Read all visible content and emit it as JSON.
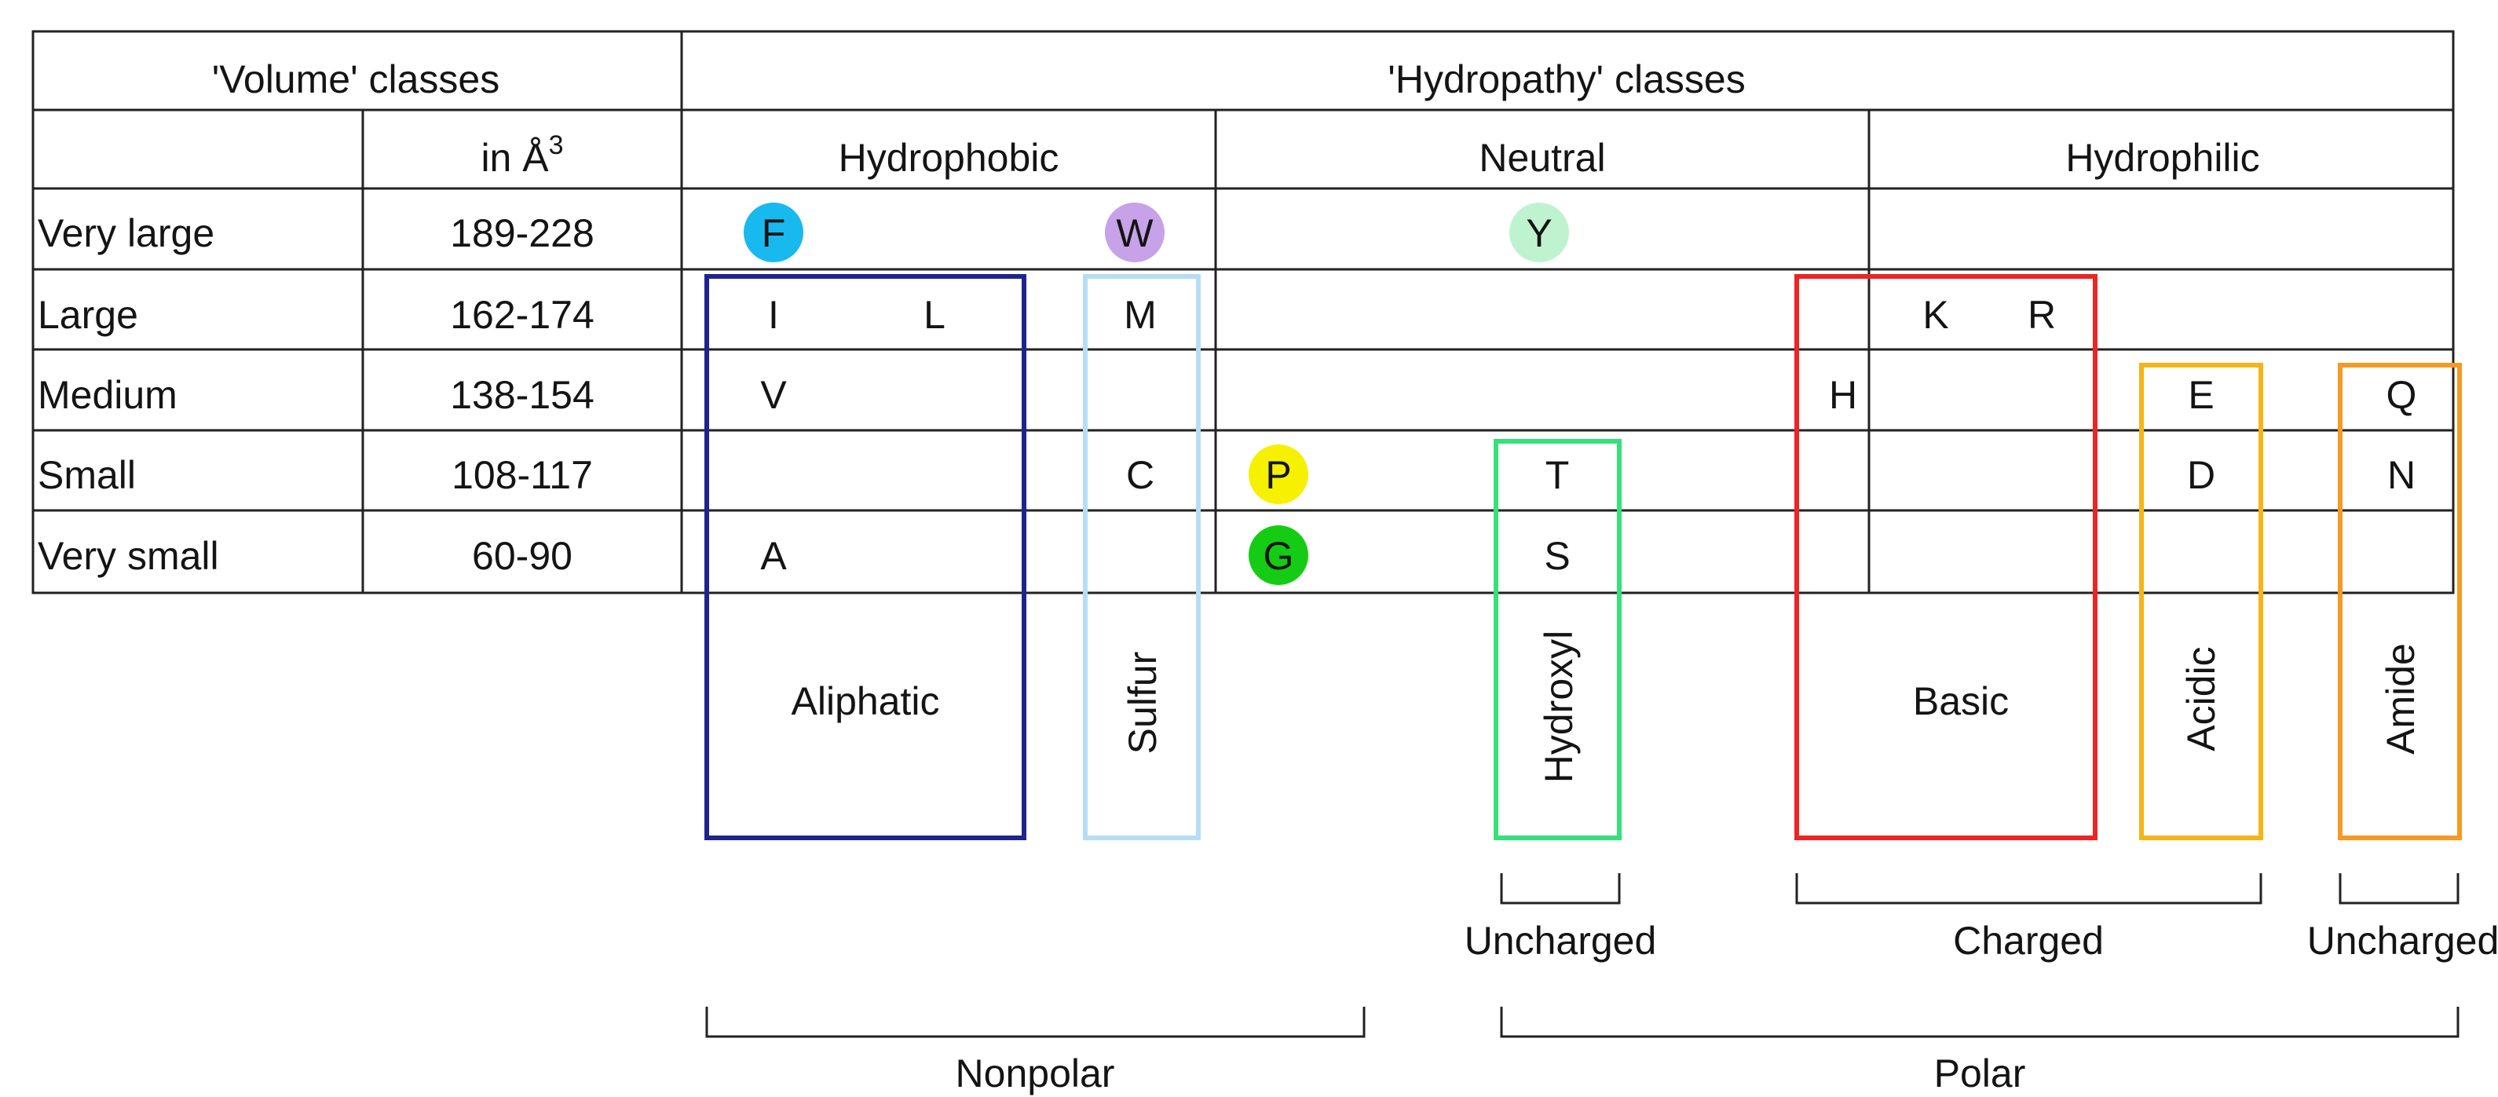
{
  "header": {
    "volume_classes": "'Volume' classes",
    "hydropathy_classes": "'Hydropathy' classes",
    "units_prefix": "in Å",
    "units_exp": "3"
  },
  "hydropathy": {
    "hydrophobic": "Hydrophobic",
    "neutral": "Neutral",
    "hydrophilic": "Hydrophilic"
  },
  "rows": [
    {
      "label": "Very large",
      "range": "189-228"
    },
    {
      "label": "Large",
      "range": "162-174"
    },
    {
      "label": "Medium",
      "range": "138-154"
    },
    {
      "label": "Small",
      "range": "108-117"
    },
    {
      "label": "Very small",
      "range": "60-90"
    }
  ],
  "residues": {
    "F": "F",
    "W": "W",
    "Y": "Y",
    "I": "I",
    "L": "L",
    "M": "M",
    "K": "K",
    "R": "R",
    "V": "V",
    "H": "H",
    "E": "E",
    "Q": "Q",
    "C": "C",
    "P": "P",
    "T": "T",
    "D": "D",
    "N": "N",
    "A": "A",
    "G": "G",
    "S": "S"
  },
  "groups": {
    "aliphatic": "Aliphatic",
    "sulfur": "Sulfur",
    "hydroxyl": "Hydroxyl",
    "basic": "Basic",
    "acidic": "Acidic",
    "amide": "Amide"
  },
  "brackets": {
    "uncharged_hydroxyl": "Uncharged",
    "charged": "Charged",
    "uncharged_amide": "Uncharged",
    "nonpolar": "Nonpolar",
    "polar": "Polar"
  },
  "colors": {
    "phe_circle": "#17b9ef",
    "trp_circle": "#c7a2e8",
    "tyr_circle": "#bff3cf",
    "pro_circle": "#f5f100",
    "gly_circle": "#14cc14",
    "aliphatic_box": "#1f2390",
    "sulfur_box": "#b5def5",
    "hydroxyl_box": "#36e07a",
    "basic_box": "#ee2424",
    "acidic_box": "#f5b418",
    "amide_box": "#f59a24"
  }
}
